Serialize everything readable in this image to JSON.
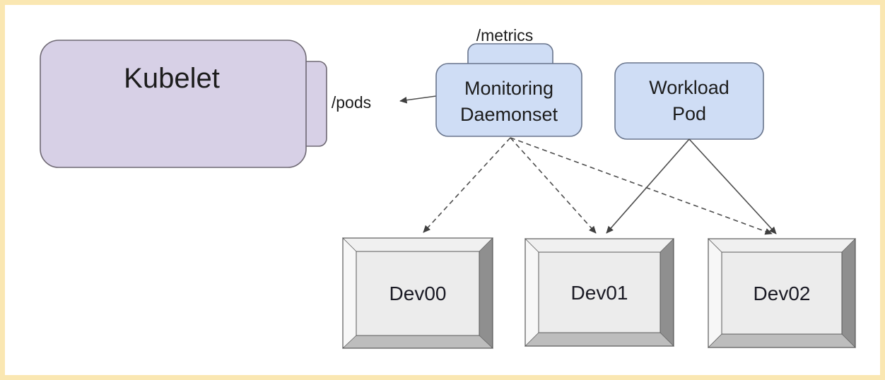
{
  "diagram": {
    "type": "kubernetes-node-architecture",
    "nodes": {
      "kubelet": {
        "label": "Kubelet",
        "endpoint_label": "/pods"
      },
      "monitoring_daemonset": {
        "line1": "Monitoring",
        "line2": "Daemonset",
        "endpoint_label": "/metrics"
      },
      "workload_pod": {
        "line1": "Workload",
        "line2": "Pod"
      },
      "devices": [
        "Dev00",
        "Dev01",
        "Dev02"
      ]
    },
    "edges": [
      {
        "from": "Monitoring Daemonset",
        "to": "Kubelet (/pods)",
        "style": "solid-arrow"
      },
      {
        "from": "Monitoring Daemonset",
        "to": "Dev00",
        "style": "dashed-arrow"
      },
      {
        "from": "Monitoring Daemonset",
        "to": "Dev01",
        "style": "dashed-arrow"
      },
      {
        "from": "Monitoring Daemonset",
        "to": "Dev02",
        "style": "dashed-arrow"
      },
      {
        "from": "Workload Pod",
        "to": "Dev01",
        "style": "solid-arrow"
      },
      {
        "from": "Workload Pod",
        "to": "Dev02",
        "style": "solid-arrow"
      }
    ],
    "colors": {
      "frame_border": "#fae7b2",
      "canvas": "#ffffff",
      "kubelet_fill": "#d7d0e6",
      "kubelet_stroke": "#6e6873",
      "pod_fill": "#cfddf5",
      "pod_stroke": "#68748c",
      "edge_stroke": "#4d4d4d",
      "key_face": "#ececec",
      "key_bevel_top": "#f0f0f0",
      "key_bevel_left": "#f7f7f7",
      "key_bevel_right": "#8f8f8f",
      "key_bevel_bottom": "#bdbdbd",
      "text": "#1c1c1c"
    }
  }
}
